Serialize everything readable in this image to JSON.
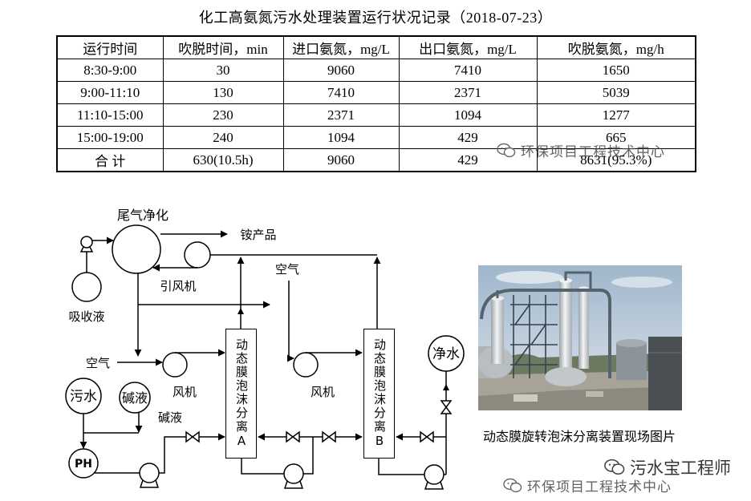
{
  "title": "化工高氨氮污水处理装置运行状况记录（2018-07-23）",
  "table": {
    "headers": [
      "运行时间",
      "吹脱时间，min",
      "进口氨氮，mg/L",
      "出口氨氮，mg/L",
      "吹脱氨氮，mg/h"
    ],
    "rows": [
      [
        "8:30-9:00",
        "30",
        "9060",
        "7410",
        "1650"
      ],
      [
        "9:00-11:10",
        "130",
        "7410",
        "2371",
        "5039"
      ],
      [
        "11:10-15:00",
        "230",
        "2371",
        "1094",
        "1277"
      ],
      [
        "15:00-19:00",
        "240",
        "1094",
        "429",
        "665"
      ],
      [
        "合 计",
        "630(10.5h)",
        "9060",
        "429",
        "8631(95.3%)"
      ]
    ]
  },
  "diagram": {
    "tail_gas_purifier": "尾气净化",
    "ammonium_product": "铵产品",
    "absorbent": "吸收液",
    "induced_fan": "引风机",
    "air_top": "空气",
    "air_left": "空气",
    "fan_1": "风机",
    "fan_2": "风机",
    "clean_water": "净水",
    "sewage": "污水",
    "alkali_tank": "碱液",
    "alkali_feed": "碱液",
    "ph": "PH",
    "column_a": "动态膜泡沫分离A",
    "column_b": "动态膜泡沫分离B"
  },
  "photo": {
    "caption": "动态膜旋转泡沫分离装置现场图片"
  },
  "watermarks": {
    "table": "环保项目工程技术中心",
    "brand": "污水宝工程师",
    "bottom": "环保项目工程技术中心"
  }
}
